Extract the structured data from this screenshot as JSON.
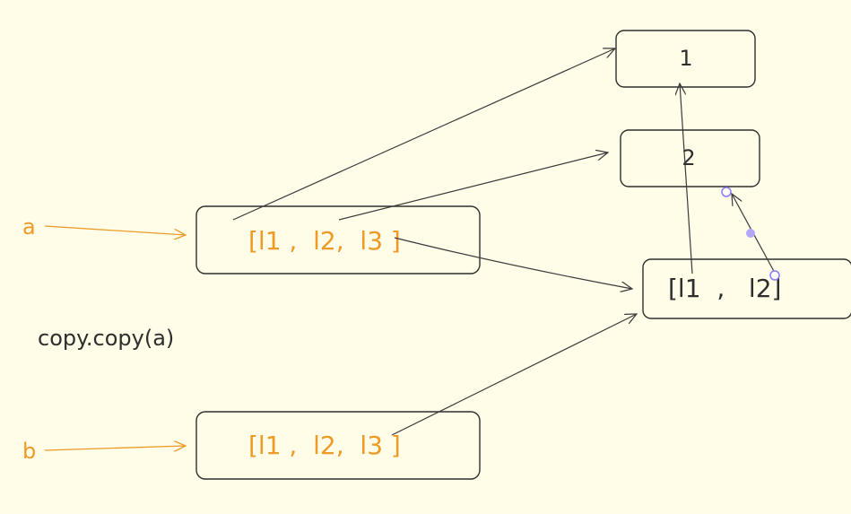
{
  "variables": {
    "a": "a",
    "b": "b"
  },
  "code_label": "copy.copy(a)",
  "boxes": {
    "one": "1",
    "two": "2",
    "inner_list": "[l1  ,   l2]",
    "list_a": "[l1 ,  l2,  l3 ]",
    "list_b": "[l1 ,  l2,  l3 ]"
  },
  "colors": {
    "background": "#fffce8",
    "stroke": "#2e2e2e",
    "accent": "#ee9a26",
    "selection": "#8b7cf6"
  }
}
